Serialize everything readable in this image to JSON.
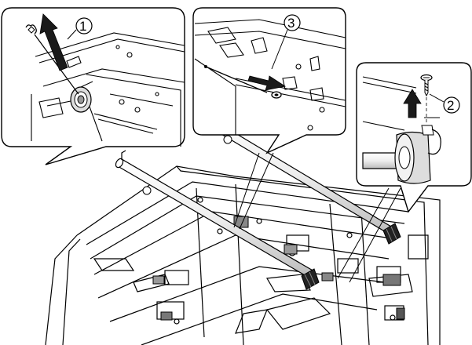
{
  "callouts": [
    {
      "id": "1",
      "label": "①"
    },
    {
      "id": "2",
      "label": "②"
    },
    {
      "id": "3",
      "label": "③"
    }
  ],
  "colors": {
    "line": "#000000",
    "arrow": "#1a1a1a",
    "background": "#ffffff",
    "shade": "#d8d8d8",
    "dark": "#333333"
  },
  "icons": [
    "up-arrow-icon",
    "right-arrow-icon",
    "screw-icon",
    "spring-icon",
    "lamp-tube-icon"
  ]
}
